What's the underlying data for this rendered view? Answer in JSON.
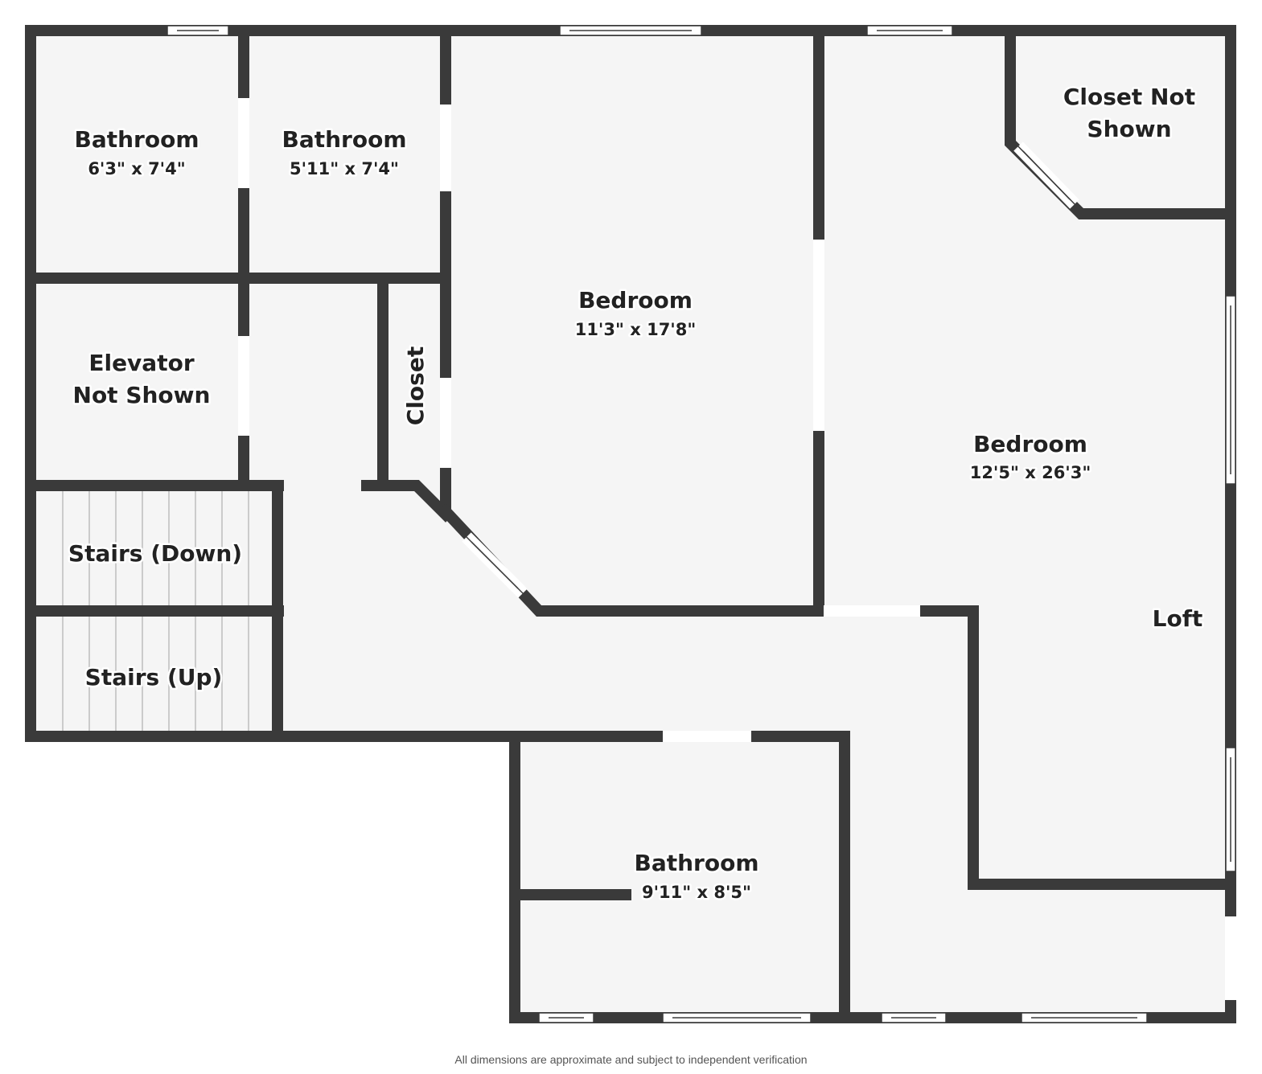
{
  "rooms": {
    "bathroom_1": {
      "name": "Bathroom",
      "dims": "6'3\" x 7'4\""
    },
    "bathroom_2": {
      "name": "Bathroom",
      "dims": "5'11\" x 7'4\""
    },
    "bedroom_1": {
      "name": "Bedroom",
      "dims": "11'3\" x 17'8\""
    },
    "closet_not_shown": {
      "line1": "Closet Not",
      "line2": "Shown"
    },
    "elevator": {
      "line1": "Elevator",
      "line2": "Not Shown"
    },
    "closet": {
      "name": "Closet"
    },
    "bedroom_2": {
      "name": "Bedroom",
      "dims": "12'5\" x 26'3\""
    },
    "stairs_down": {
      "name": "Stairs (Down)"
    },
    "stairs_up": {
      "name": "Stairs (Up)"
    },
    "loft": {
      "name": "Loft"
    },
    "bathroom_3": {
      "name": "Bathroom",
      "dims": "9'11\" x 8'5\""
    }
  },
  "footnote": "All dimensions are approximate and subject to independent verification",
  "colors": {
    "wall": "#3a3a3a",
    "floor": "#f5f5f5",
    "opening": "#ffffff",
    "text": "#222222"
  }
}
